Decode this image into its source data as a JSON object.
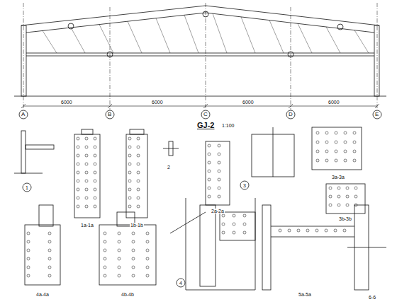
{
  "diagram": {
    "title": "GJ-2",
    "labels": [
      "A",
      "B",
      "C",
      "D",
      "E",
      "1:100",
      "6000",
      "6000",
      "6000",
      "6000",
      "1",
      "1a-1a",
      "1b-1b",
      "2",
      "2a-2a",
      "3",
      "3a-3a",
      "3b-3b",
      "4a-4a",
      "4b-4b",
      "4",
      "5a-5a",
      "6-6"
    ]
  }
}
